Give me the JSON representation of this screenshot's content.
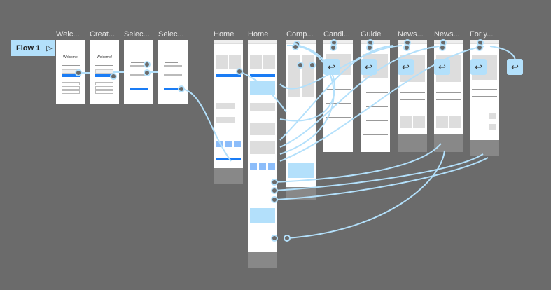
{
  "flow": {
    "label": "Flow 1",
    "icon": "play-icon"
  },
  "frames": [
    {
      "title": "Welc..."
    },
    {
      "title": "Creat..."
    },
    {
      "title": "Selec..."
    },
    {
      "title": "Selec..."
    },
    {
      "title": "Home"
    },
    {
      "title": "Home"
    },
    {
      "title": "Comp..."
    },
    {
      "title": "Candi..."
    },
    {
      "title": "Guide"
    },
    {
      "title": "News..."
    },
    {
      "title": "News..."
    },
    {
      "title": "For y..."
    }
  ],
  "screens": {
    "welcome": "Welcome!",
    "welcome2": "Welcome!",
    "back_icon": "↩"
  },
  "colors": {
    "canvas": "#6b6b6b",
    "connector": "#b3e0fb",
    "accent": "#1a7cf5"
  }
}
